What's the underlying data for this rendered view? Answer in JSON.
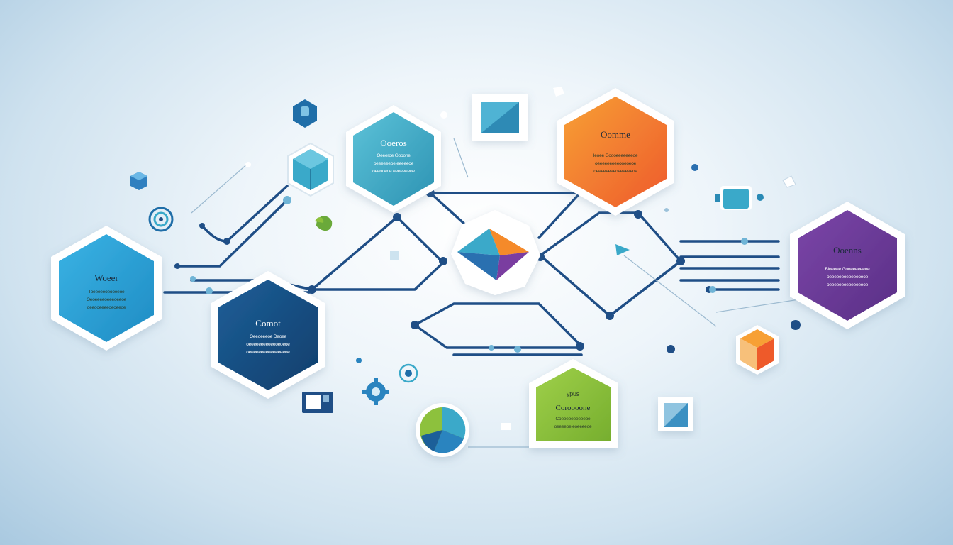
{
  "colors": {
    "navy": "#1f4e86",
    "teal": "#3aa9c9",
    "cyan": "#2aa3d8",
    "orange": "#f26b2a",
    "purple": "#6b3a9a",
    "green": "#8dc13c",
    "dark_blue": "#124a7e"
  },
  "nodes": {
    "top_teal": {
      "title": "Ooeros",
      "lines": [
        "Oeeeroe Gooone",
        "oeeeeeeoe eeeeeoe",
        "oeeooeoe eeeeeeeoe"
      ]
    },
    "top_orange": {
      "title": "Oomme",
      "lines": [
        "Ieoee Goooeeeeeeeoe",
        "oeeeeeeeeeooeoeoe",
        "oeeeeeeeeoeeeeeeoe"
      ]
    },
    "left_cyan": {
      "title": "Woeer",
      "lines": [
        "Toeeeeeoeooeeoe",
        "Oeoeeeeoeeeoeeoe",
        "oeeooeeeeoeoeeoe"
      ]
    },
    "left_navy": {
      "title": "Comot",
      "lines": [
        "Oeeoeeeoe Deoee",
        "oeeeeeeeeeeeoeoeoe",
        "oeeeeeeeeeeeeeeeoe"
      ]
    },
    "right_purple": {
      "title": "Ooenns",
      "lines": [
        "Bloeeee Gooeeeeeeoe",
        "oeeeeeeeeeeeeoeoe",
        "oeeeeeeeeeeeeeeoe"
      ]
    },
    "bottom_green": {
      "title": "Coroooone",
      "badge": "ypus",
      "lines": [
        "Coeeeeeeeeeeoe",
        "oeeeeoe eoeeeeoe"
      ]
    }
  },
  "icons": [
    "gear-cube-icon",
    "shield-cube-icon",
    "target-icon",
    "leaf-icon",
    "blue-cube-icon",
    "orange-cube-icon",
    "pie-chart-icon",
    "gear-icon",
    "square-tile-icon",
    "monitor-icon",
    "diamond-gem-icon"
  ]
}
